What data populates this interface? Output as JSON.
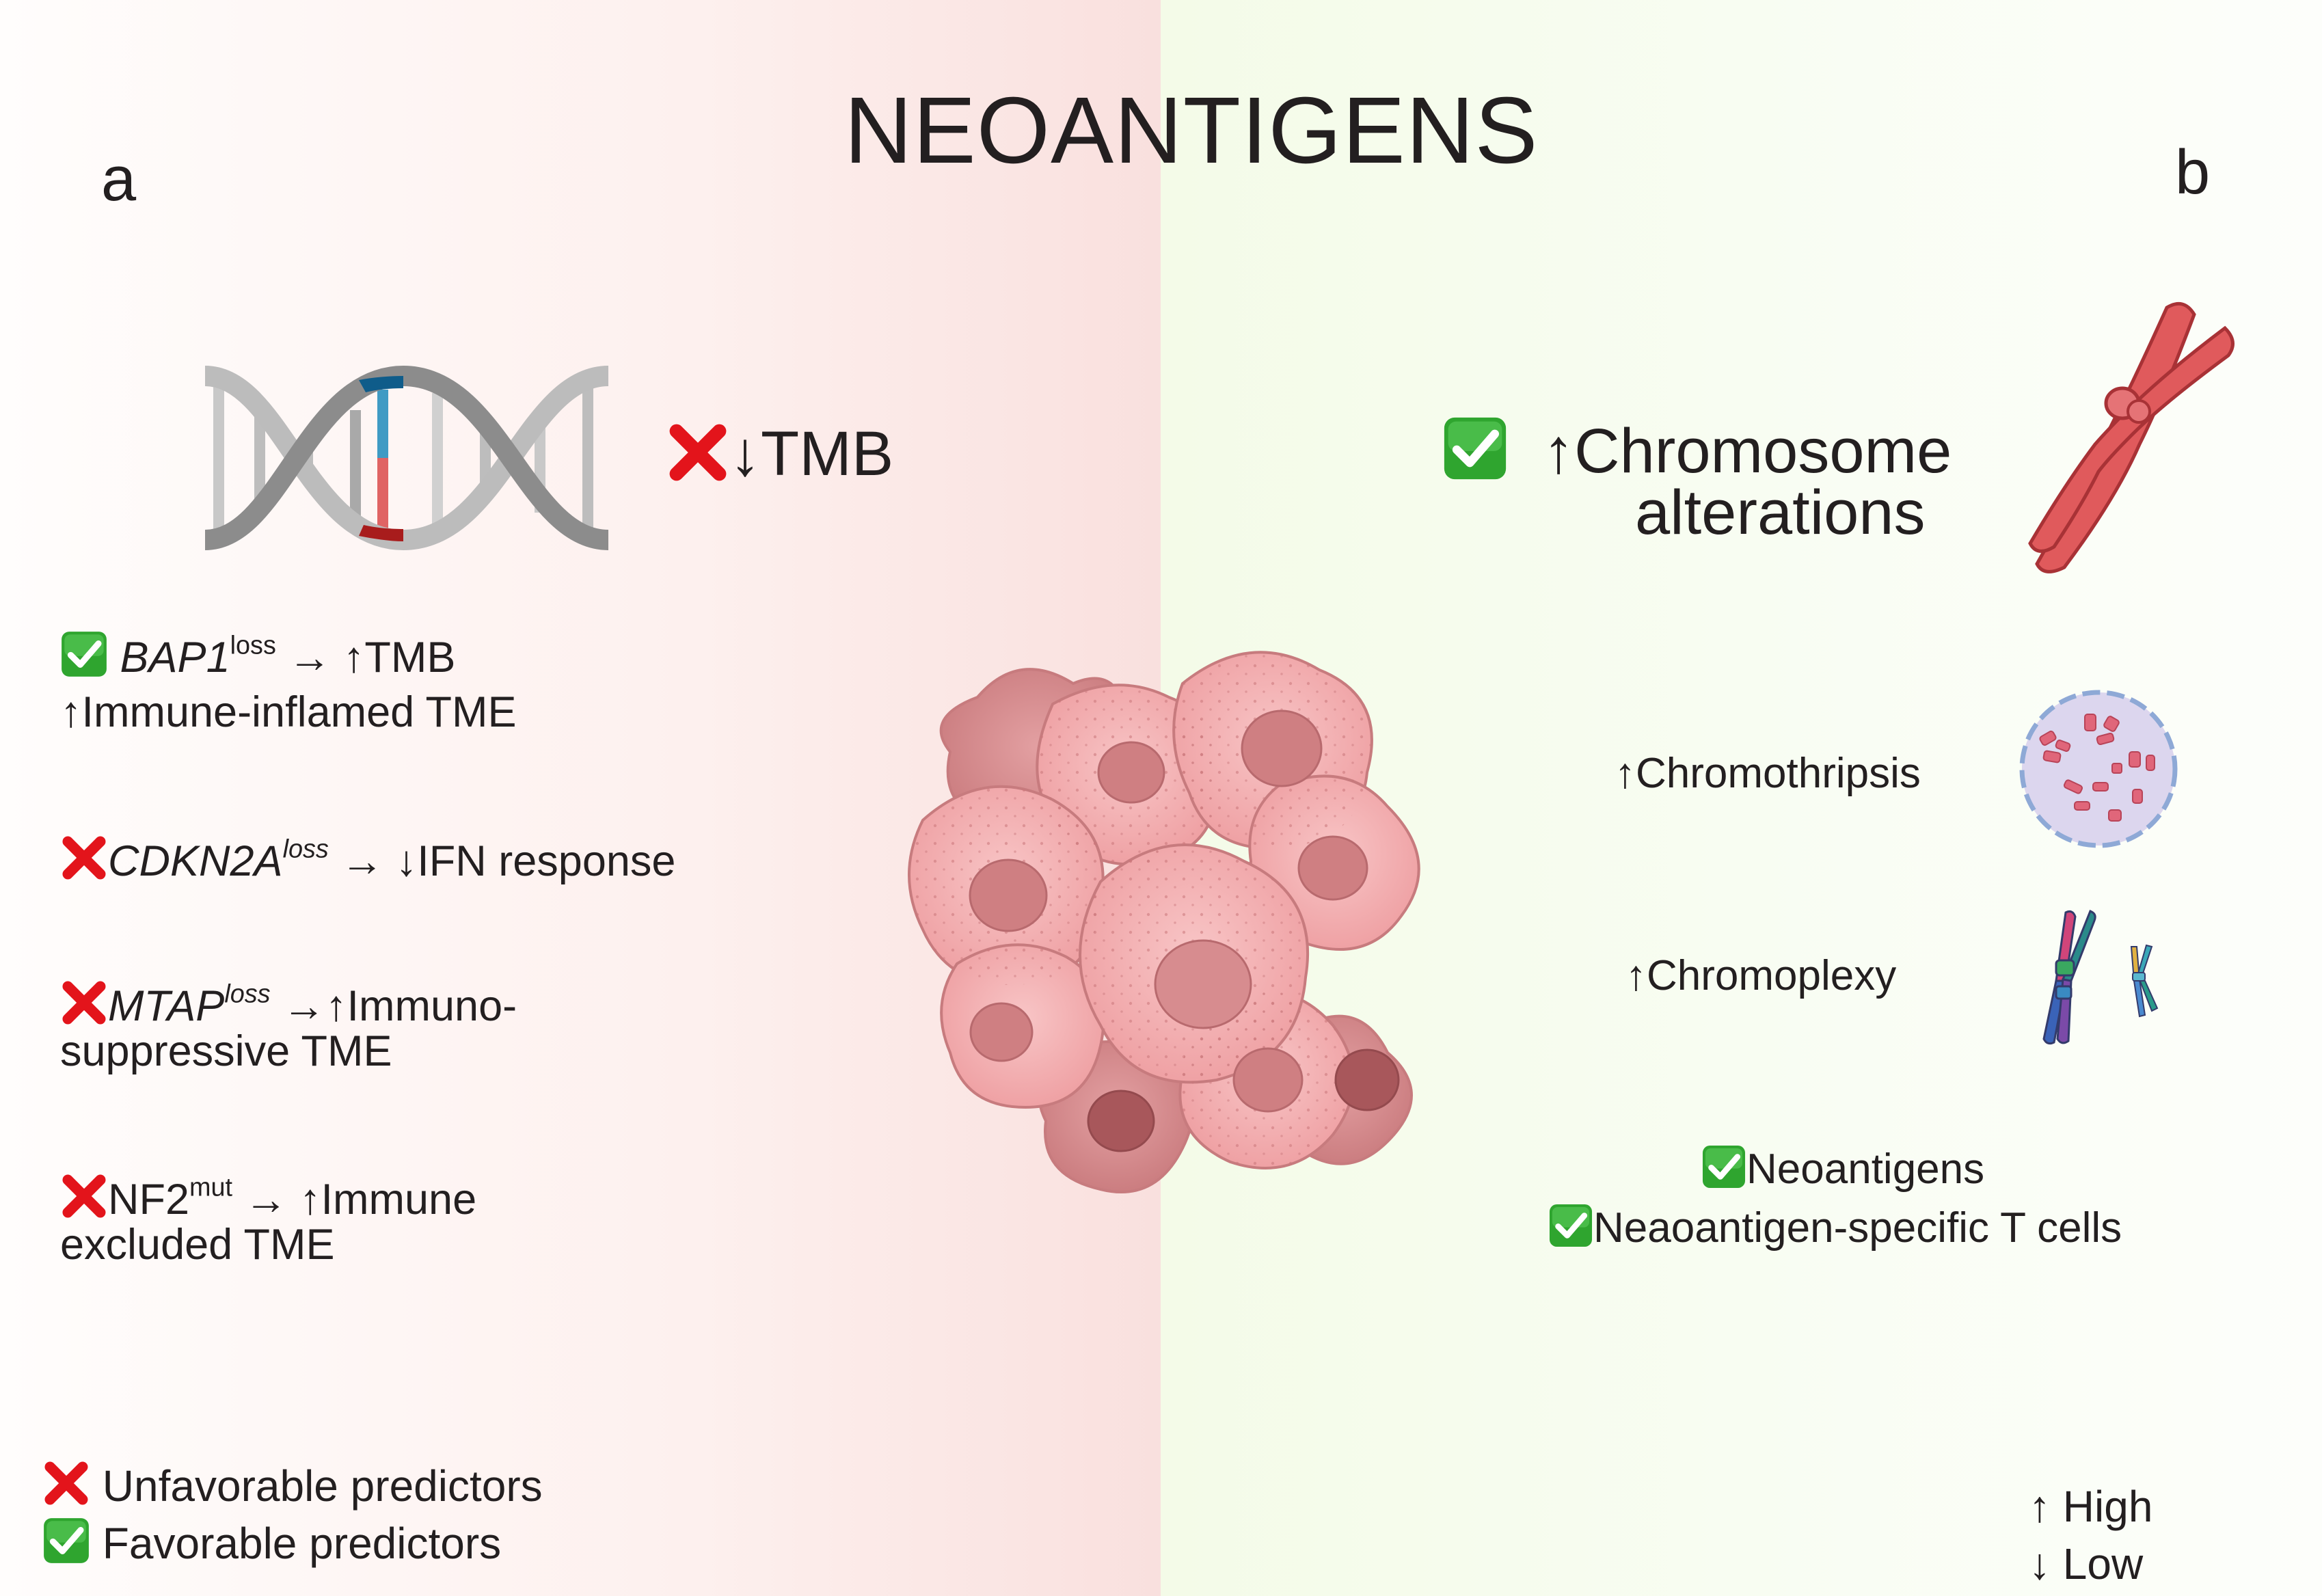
{
  "title": "NEOANTIGENS",
  "panels": {
    "left_letter": "a",
    "right_letter": "b"
  },
  "left": {
    "tmb": {
      "marker": "cross-icon",
      "text": "↓TMB"
    },
    "items": [
      {
        "marker": "check-icon",
        "gene": "BAP1",
        "sup": "loss",
        "line1_rest": " → ↑TMB",
        "line2": "↑Immune-inflamed TME"
      },
      {
        "marker": "cross-icon",
        "gene": "CDKN2A",
        "sup": "loss",
        "line1_rest": " → ↓IFN response",
        "line2": ""
      },
      {
        "marker": "cross-icon",
        "gene": "MTAP",
        "sup": "loss",
        "line1_rest": " →↑Immuno-",
        "line2": "suppressive TME"
      },
      {
        "marker": "cross-icon",
        "gene": "NF2",
        "sup": "mut",
        "line1_rest": " → ↑Immune",
        "line2": "excluded TME"
      }
    ],
    "legend": [
      {
        "marker": "cross-icon",
        "text": "Unfavorable predictors"
      },
      {
        "marker": "check-icon",
        "text": "Favorable predictors"
      }
    ]
  },
  "right": {
    "headline": {
      "marker": "check-icon",
      "line1": "↑Chromosome",
      "line2": "alterations"
    },
    "chromothripsis": "↑Chromothripsis",
    "chromoplexy": "↑Chromoplexy",
    "checks": [
      {
        "marker": "check-icon",
        "text": "Neoantigens"
      },
      {
        "marker": "check-icon",
        "text": "Neaoantigen-specific T cells"
      }
    ],
    "arrow_legend": [
      {
        "text": "↑ High"
      },
      {
        "text": "↓ Low"
      }
    ]
  },
  "colors": {
    "check_green": "#3cb43c",
    "cross_red": "#e3141b",
    "chromosome_red": "#e05a5c",
    "cell_pink": "#f2a7aa"
  }
}
